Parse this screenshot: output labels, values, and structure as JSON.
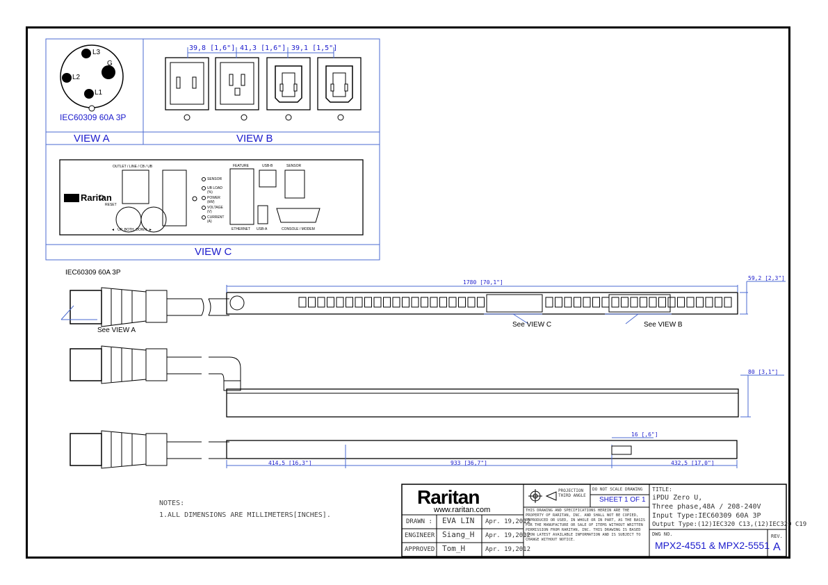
{
  "views": {
    "view_a_caption": "IEC60309 60A 3P",
    "view_a_label": "VIEW A",
    "view_b_label": "VIEW B",
    "view_c_label": "VIEW C",
    "pins": {
      "l1": "L1",
      "l2": "L2",
      "l3": "L3",
      "g": "G"
    },
    "view_b_dims": [
      "39,8 [1,6\"]",
      "41,3 [1,6\"]",
      "39,1 [1,5\"]"
    ]
  },
  "panel": {
    "outlet_label": "OUTLET / LINE / CB / UB",
    "feature": "FEATURE",
    "usb_b": "USB-B",
    "sensor_port": "SENSOR",
    "ethernet": "ETHERNET",
    "usb_a": "USB-A",
    "console": "CONSOLE / MODEM",
    "brand": "Raritan",
    "reset": "RESET",
    "buttons": "◄   UP  BOTH  DOWN  ►",
    "leds": [
      "SENSOR",
      "UB LOAD (%)",
      "POWER (kW)",
      "VOLTAGE (V)",
      "CURRENT (A)"
    ]
  },
  "drawing": {
    "plug_label": "IEC60309 60A 3P",
    "see_view_a": "See VIEW A",
    "see_view_b": "See VIEW B",
    "see_view_c": "See VIEW C",
    "dim_length": "1780 [70,1\"]",
    "dim_width": "59,2 [2,3\"]",
    "dim_depth": "80 [3,1\"]",
    "dim_small": "16 [,6\"]",
    "dim_left": "414,5 [16,3\"]",
    "dim_mid": "933 [36,7\"]",
    "dim_right": "432,5 [17,0\"]"
  },
  "notes": {
    "heading": "NOTES:",
    "line1": "1.ALL DIMENSIONS ARE MILLIMETERS[INCHES]."
  },
  "title_block": {
    "brand": "Raritan",
    "url": "www.raritan.com",
    "drawn_label": "DRAWN :",
    "drawn_name": "EVA LIN",
    "drawn_date": "Apr. 19,2012",
    "engineer_label": "ENGINEER:",
    "engineer_name": "Siang_H",
    "engineer_date": "Apr. 19,2012",
    "approved_label": "APPROVED:",
    "approved_name": "Tom_H",
    "approved_date": "Apr. 19,2012",
    "projection": "PROJECTION THIRD ANGLE",
    "do_not_scale": "DO NOT SCALE DRAWING",
    "sheet": "SHEET 1 OF 1",
    "disclaimer": "THIS DRAWING AND SPECIFICATIONS HEREIN ARE THE PROPERTY OF RARITAN, INC. AND SHALL NOT BE COPIED, REPRODUCED OR USED, IN WHOLE OR IN PART, AS THE BASIS FOR THE MANUFACTURE OR SALE OF ITEMS WITHOUT WRITTEN PERMISSION FROM RARITAN, INC. THIS DRAWING IS BASED UPON LATEST AVAILABLE INFORMATION AND IS SUBJECT TO CHANGE WITHOUT NOTICE.",
    "title_label": "TITLE:",
    "title_line1": "iPDU Zero U,",
    "title_line2": "Three phase,48A / 208-240V",
    "title_line3": "Input Type:IEC60309 60A 3P",
    "title_line4": "Output Type:(12)IEC320 C13,(12)IEC320 C19",
    "dwg_label": "DWG NO.",
    "dwg_no": "MPX2-4551 & MPX2-5551",
    "rev_label": "REV.",
    "rev": "A"
  },
  "colors": {
    "annotation": "#1a1acc",
    "line": "#000000",
    "dim_line": "#4a6ad0"
  }
}
